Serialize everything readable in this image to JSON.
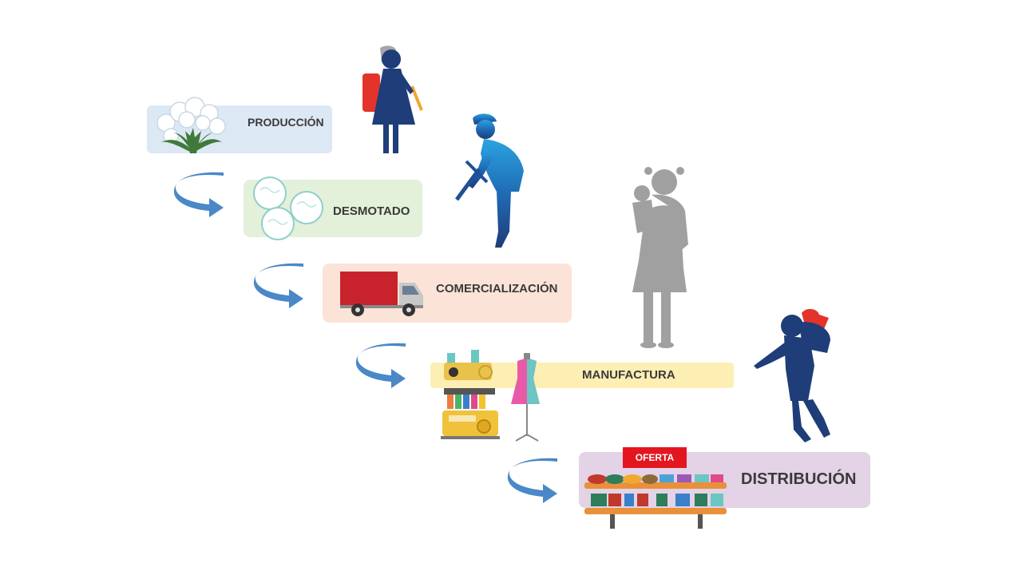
{
  "colors": {
    "produccion": "#dde8f5",
    "desmotado": "#e3f0da",
    "comercializacion": "#fbe3d7",
    "manufactura": "#fdeeb4",
    "distribucion": "#e4d2e7",
    "arrow": "#4a88c7",
    "silhouette_navy": "#1f3d78",
    "silhouette_gray": "#a0a0a0"
  },
  "stages": [
    {
      "label": "PRODUCCIÓN",
      "icon": "cotton-plant-icon"
    },
    {
      "label": "DESMOTADO",
      "icon": "cotton-bolls-icon"
    },
    {
      "label": "COMERCIALIZACIÓN",
      "icon": "truck-icon"
    },
    {
      "label": "MANUFACTURA",
      "icon": "sewing-machine-icon"
    },
    {
      "label": "DISTRIBUCIÓN",
      "icon": "store-shelf-icon"
    }
  ],
  "badge": {
    "label": "OFERTA"
  },
  "figures": [
    "girl-with-backpack-icon",
    "worker-with-pickaxe-icon",
    "woman-with-child-icon",
    "child-carrying-load-icon"
  ]
}
